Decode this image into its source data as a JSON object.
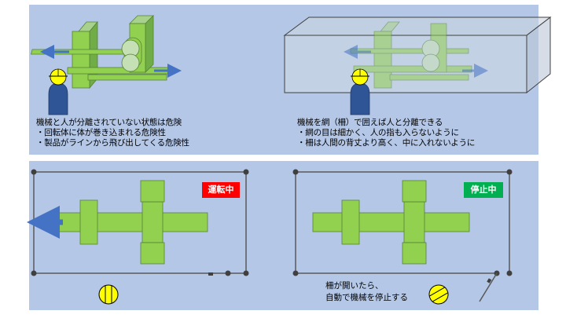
{
  "top_left_caption": {
    "lines": [
      "機械と人が分離されていない状態は危険",
      "・回転体に体が巻き込まれる危険性",
      "・製品がラインから飛び出してくる危険性"
    ]
  },
  "top_right_caption": {
    "lines": [
      "機械を網（柵）で囲えば人と分離できる",
      "・網の目は細かく、人の指も入らないように",
      "・柵は人間の背丈より高く、中に入れないように"
    ]
  },
  "bottom_left": {
    "badge": "運転中",
    "badge_color": "#ff0000"
  },
  "bottom_right": {
    "badge": "停止中",
    "badge_color": "#00b050",
    "note_lines": [
      "柵が開いたら、",
      "自動で機械を停止する"
    ]
  },
  "colors": {
    "panel": "#b4c7e7",
    "machine_green": "#92d050",
    "machine_stroke": "#548235",
    "fence": "#404040",
    "helmet_yellow": "#ffff00",
    "worker_blue": "#2f5597",
    "arrow_blue": "#4472c4"
  }
}
